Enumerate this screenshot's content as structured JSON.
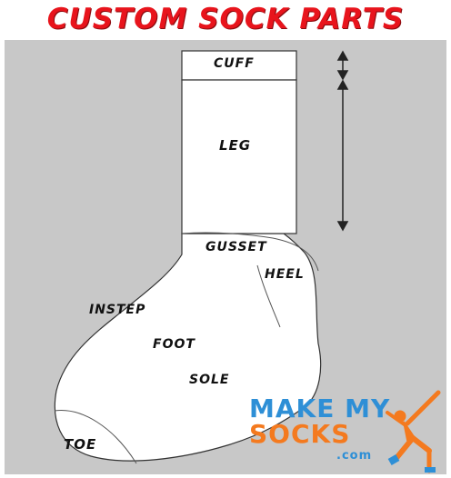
{
  "title": "CUSTOM SOCK PARTS",
  "labels": {
    "cuff": "CUFF",
    "leg": "LEG",
    "gusset": "GUSSET",
    "heel": "HEEL",
    "instep": "INSTEP",
    "foot": "FOOT",
    "sole": "SOLE",
    "toe": "TOE"
  },
  "logo": {
    "line1": "MAKE MY",
    "line2": "SOCKS",
    "line3": ".com"
  },
  "colors": {
    "title": "#e8141c",
    "panel": "#c8c8c8",
    "logo_blue": "#2e8fd6",
    "logo_orange": "#f47a1f"
  }
}
